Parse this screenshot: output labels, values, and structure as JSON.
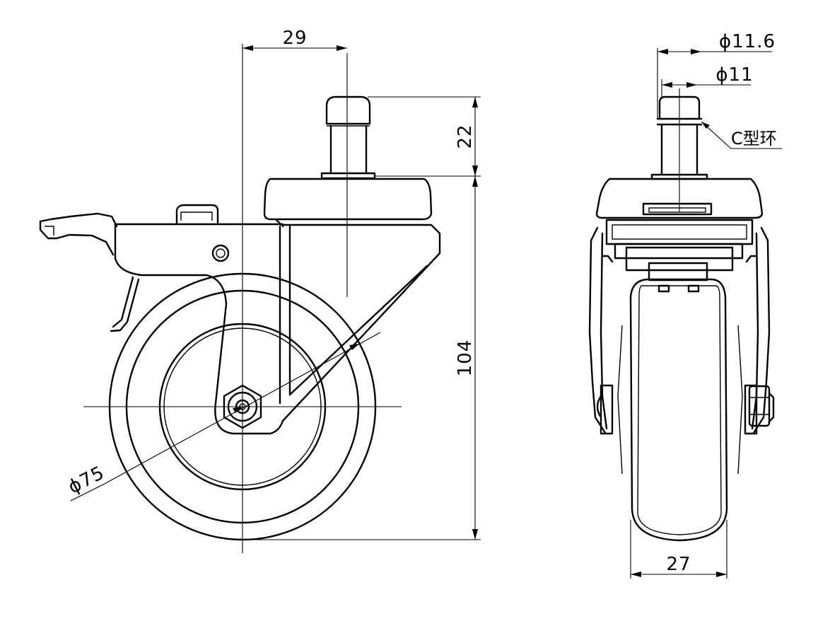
{
  "side_view": {
    "dimensions": {
      "offset": "29",
      "stem_length": "22",
      "total_height": "104",
      "wheel_diameter": "ϕ75"
    }
  },
  "front_view": {
    "dimensions": {
      "ring_diameter": "ϕ11.6",
      "stem_diameter": "ϕ11",
      "wheel_width": "27"
    },
    "labels": {
      "c_ring": "C型环"
    }
  }
}
